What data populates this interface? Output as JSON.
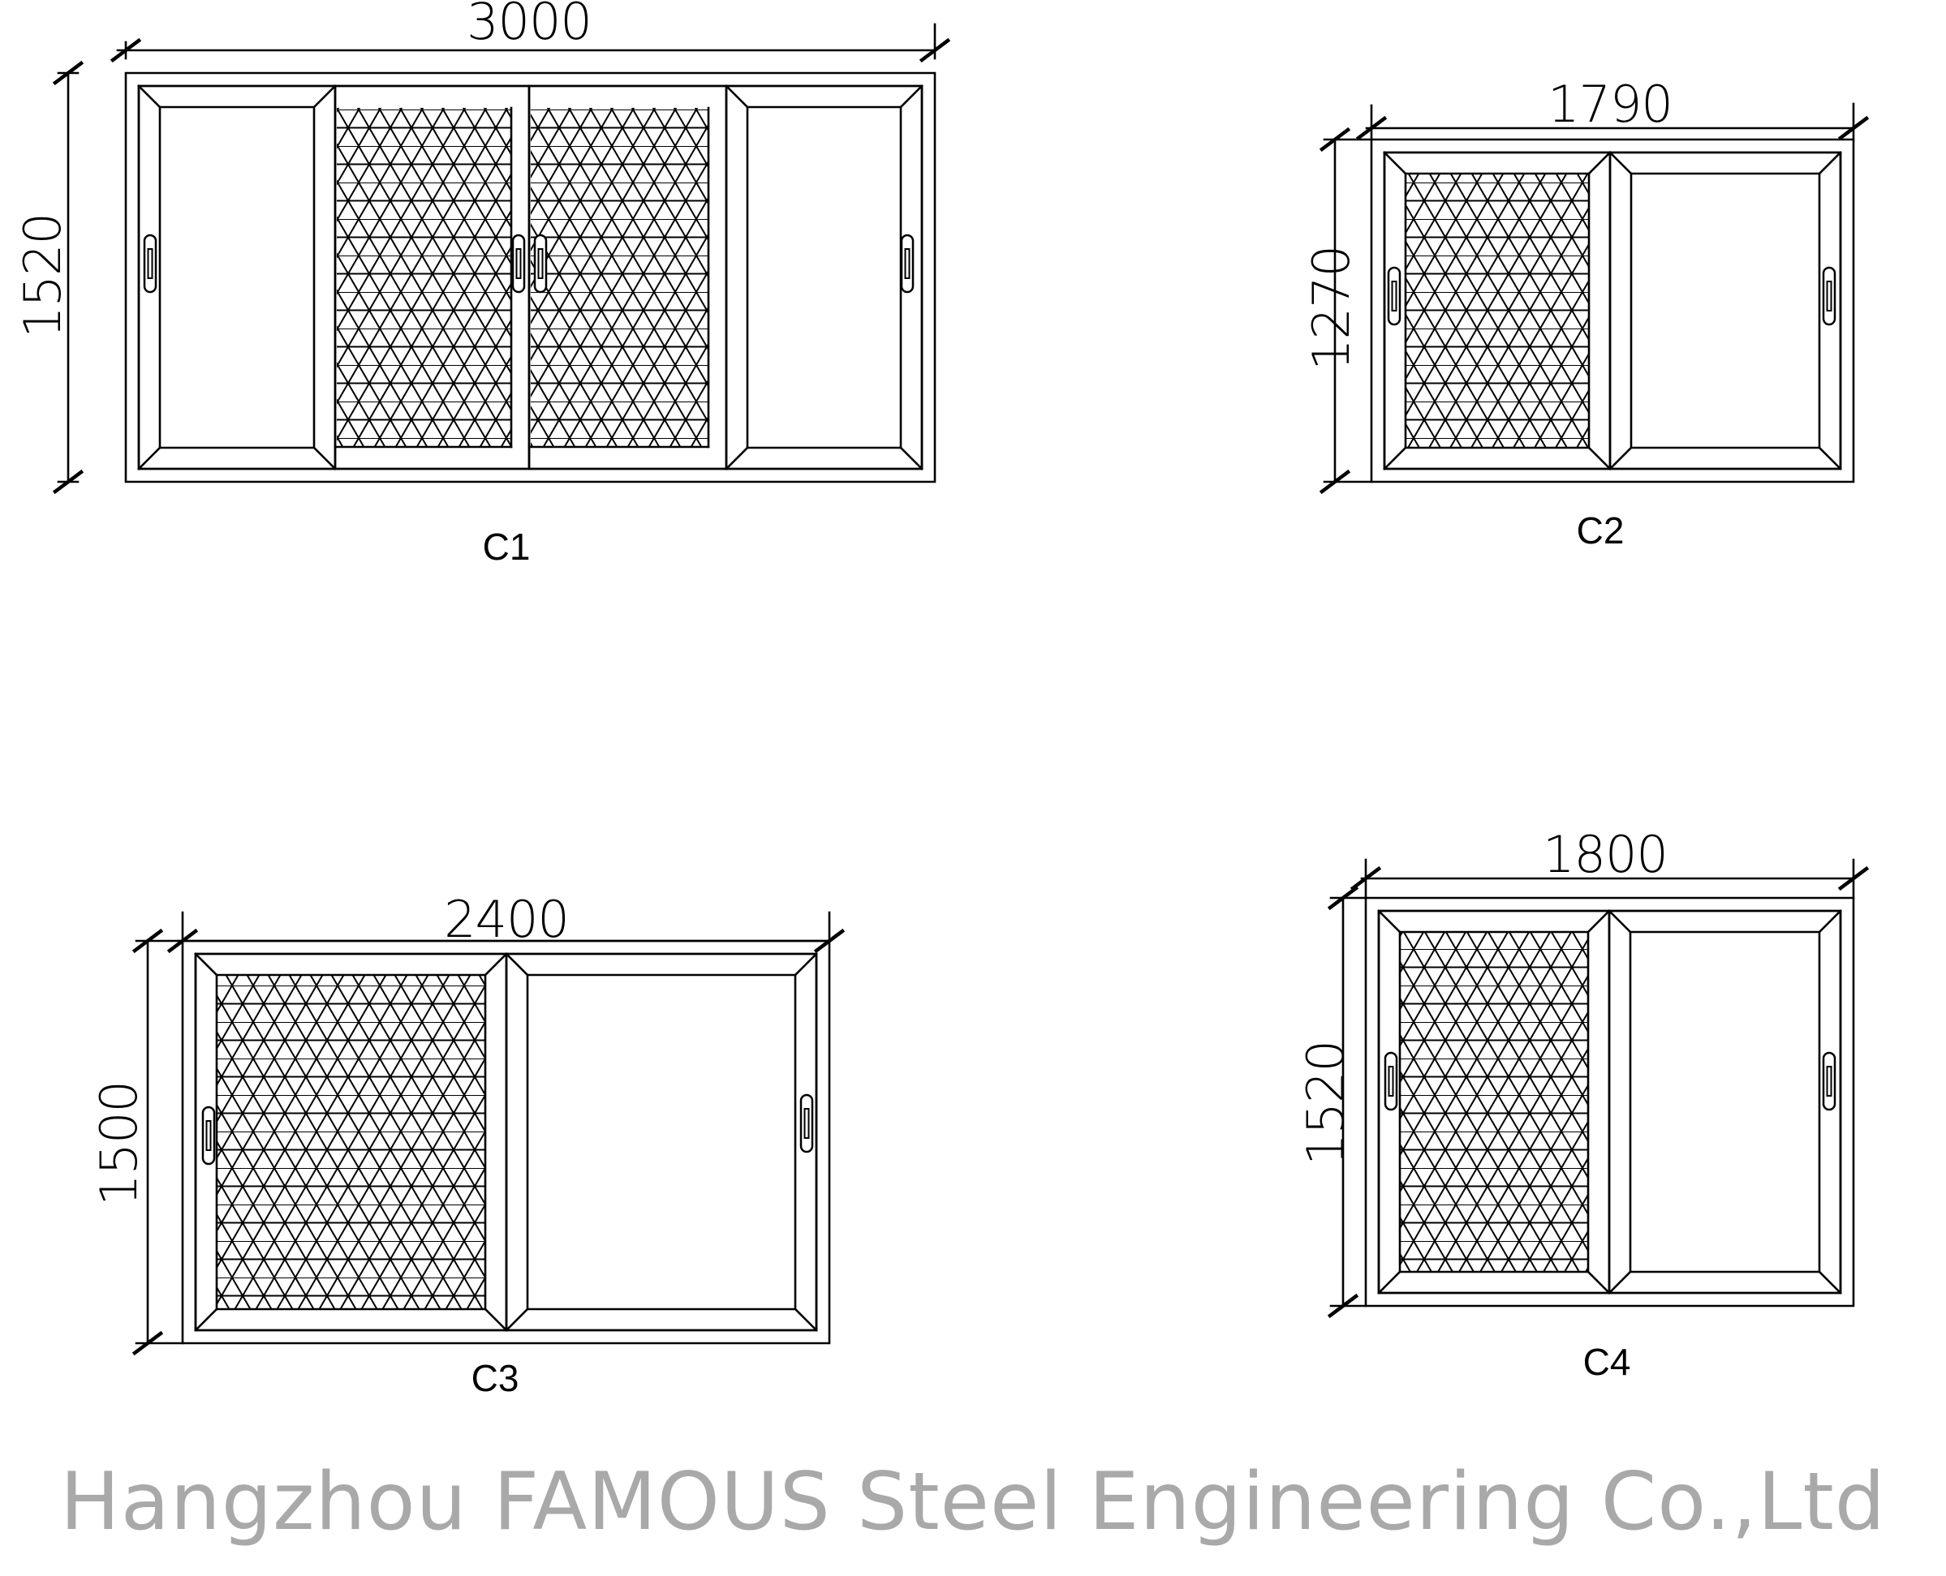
{
  "windows": [
    {
      "id": "C1",
      "label": "C1",
      "width_label": "3000",
      "height_label": "1520",
      "panels": [
        "glass",
        "mesh",
        "mesh",
        "glass"
      ]
    },
    {
      "id": "C2",
      "label": "C2",
      "width_label": "1790",
      "height_label": "1270",
      "panels": [
        "mesh",
        "glass"
      ]
    },
    {
      "id": "C3",
      "label": "C3",
      "width_label": "2400",
      "height_label": "1500",
      "panels": [
        "mesh",
        "glass"
      ]
    },
    {
      "id": "C4",
      "label": "C4",
      "width_label": "1800",
      "height_label": "1520",
      "panels": [
        "mesh",
        "glass"
      ]
    }
  ],
  "watermark": "Hangzhou FAMOUS Steel Engineering Co.,Ltd",
  "colors": {
    "line": "#000000",
    "watermark": "#a9a9a9",
    "background": "#ffffff"
  }
}
